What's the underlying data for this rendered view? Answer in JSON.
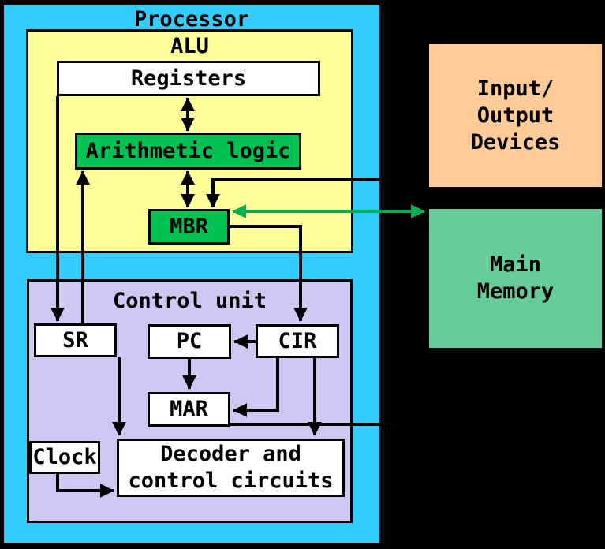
{
  "title": "Processor architecture diagram",
  "colors": {
    "background": "#000000",
    "processor_fill": "#33CCFF",
    "alu_fill": "#FFFF99",
    "control_fill": "#CDC9F2",
    "green_fill": "#00C152",
    "io_fill": "#FFCC99",
    "memory_fill": "#66CC99",
    "white_fill": "#FFFFFF",
    "line": "#000000",
    "green_arrow": "#00B050",
    "text": "#000000"
  },
  "blocks": {
    "processor": {
      "label": "Processor"
    },
    "alu": {
      "label": "ALU"
    },
    "registers": {
      "label": "Registers"
    },
    "arithmetic_logic": {
      "label": "Arithmetic logic"
    },
    "mbr": {
      "label": "MBR"
    },
    "control_unit": {
      "label": "Control unit"
    },
    "sr": {
      "label": "SR"
    },
    "pc": {
      "label": "PC"
    },
    "cir": {
      "label": "CIR"
    },
    "mar": {
      "label": "MAR"
    },
    "clock": {
      "label": "Clock"
    },
    "decoder": {
      "line1": "Decoder and",
      "line2": "control circuits"
    },
    "io_devices": {
      "line1": "Input/",
      "line2": "Output",
      "line3": "Devices"
    },
    "main_memory": {
      "line1": "Main",
      "line2": "Memory"
    }
  },
  "connections": [
    {
      "from": "Registers",
      "to": "SR",
      "type": "arrow",
      "color": "black"
    },
    {
      "from": "SR",
      "to": "Arithmetic logic",
      "type": "arrow",
      "color": "black"
    },
    {
      "from": "Registers",
      "to": "Arithmetic logic",
      "type": "double-arrow",
      "color": "black"
    },
    {
      "from": "Arithmetic logic",
      "to": "MBR",
      "type": "double-arrow",
      "color": "black"
    },
    {
      "from": "external-right",
      "to": "MBR",
      "type": "arrow",
      "color": "black"
    },
    {
      "from": "MBR",
      "to": "Main Memory",
      "type": "double-arrow",
      "color": "green"
    },
    {
      "from": "MBR",
      "to": "CIR",
      "type": "arrow",
      "color": "black"
    },
    {
      "from": "CIR",
      "to": "PC",
      "type": "arrow",
      "color": "black"
    },
    {
      "from": "PC",
      "to": "MAR",
      "type": "arrow",
      "color": "black"
    },
    {
      "from": "CIR",
      "to": "MAR",
      "type": "arrow",
      "color": "black"
    },
    {
      "from": "CIR",
      "to": "Decoder and control circuits",
      "type": "arrow",
      "color": "black"
    },
    {
      "from": "SR",
      "to": "Decoder and control circuits",
      "type": "arrow",
      "color": "black"
    },
    {
      "from": "Clock",
      "to": "Decoder and control circuits",
      "type": "arrow",
      "color": "black"
    },
    {
      "from": "MAR",
      "to": "external-right",
      "type": "line",
      "color": "black"
    }
  ]
}
